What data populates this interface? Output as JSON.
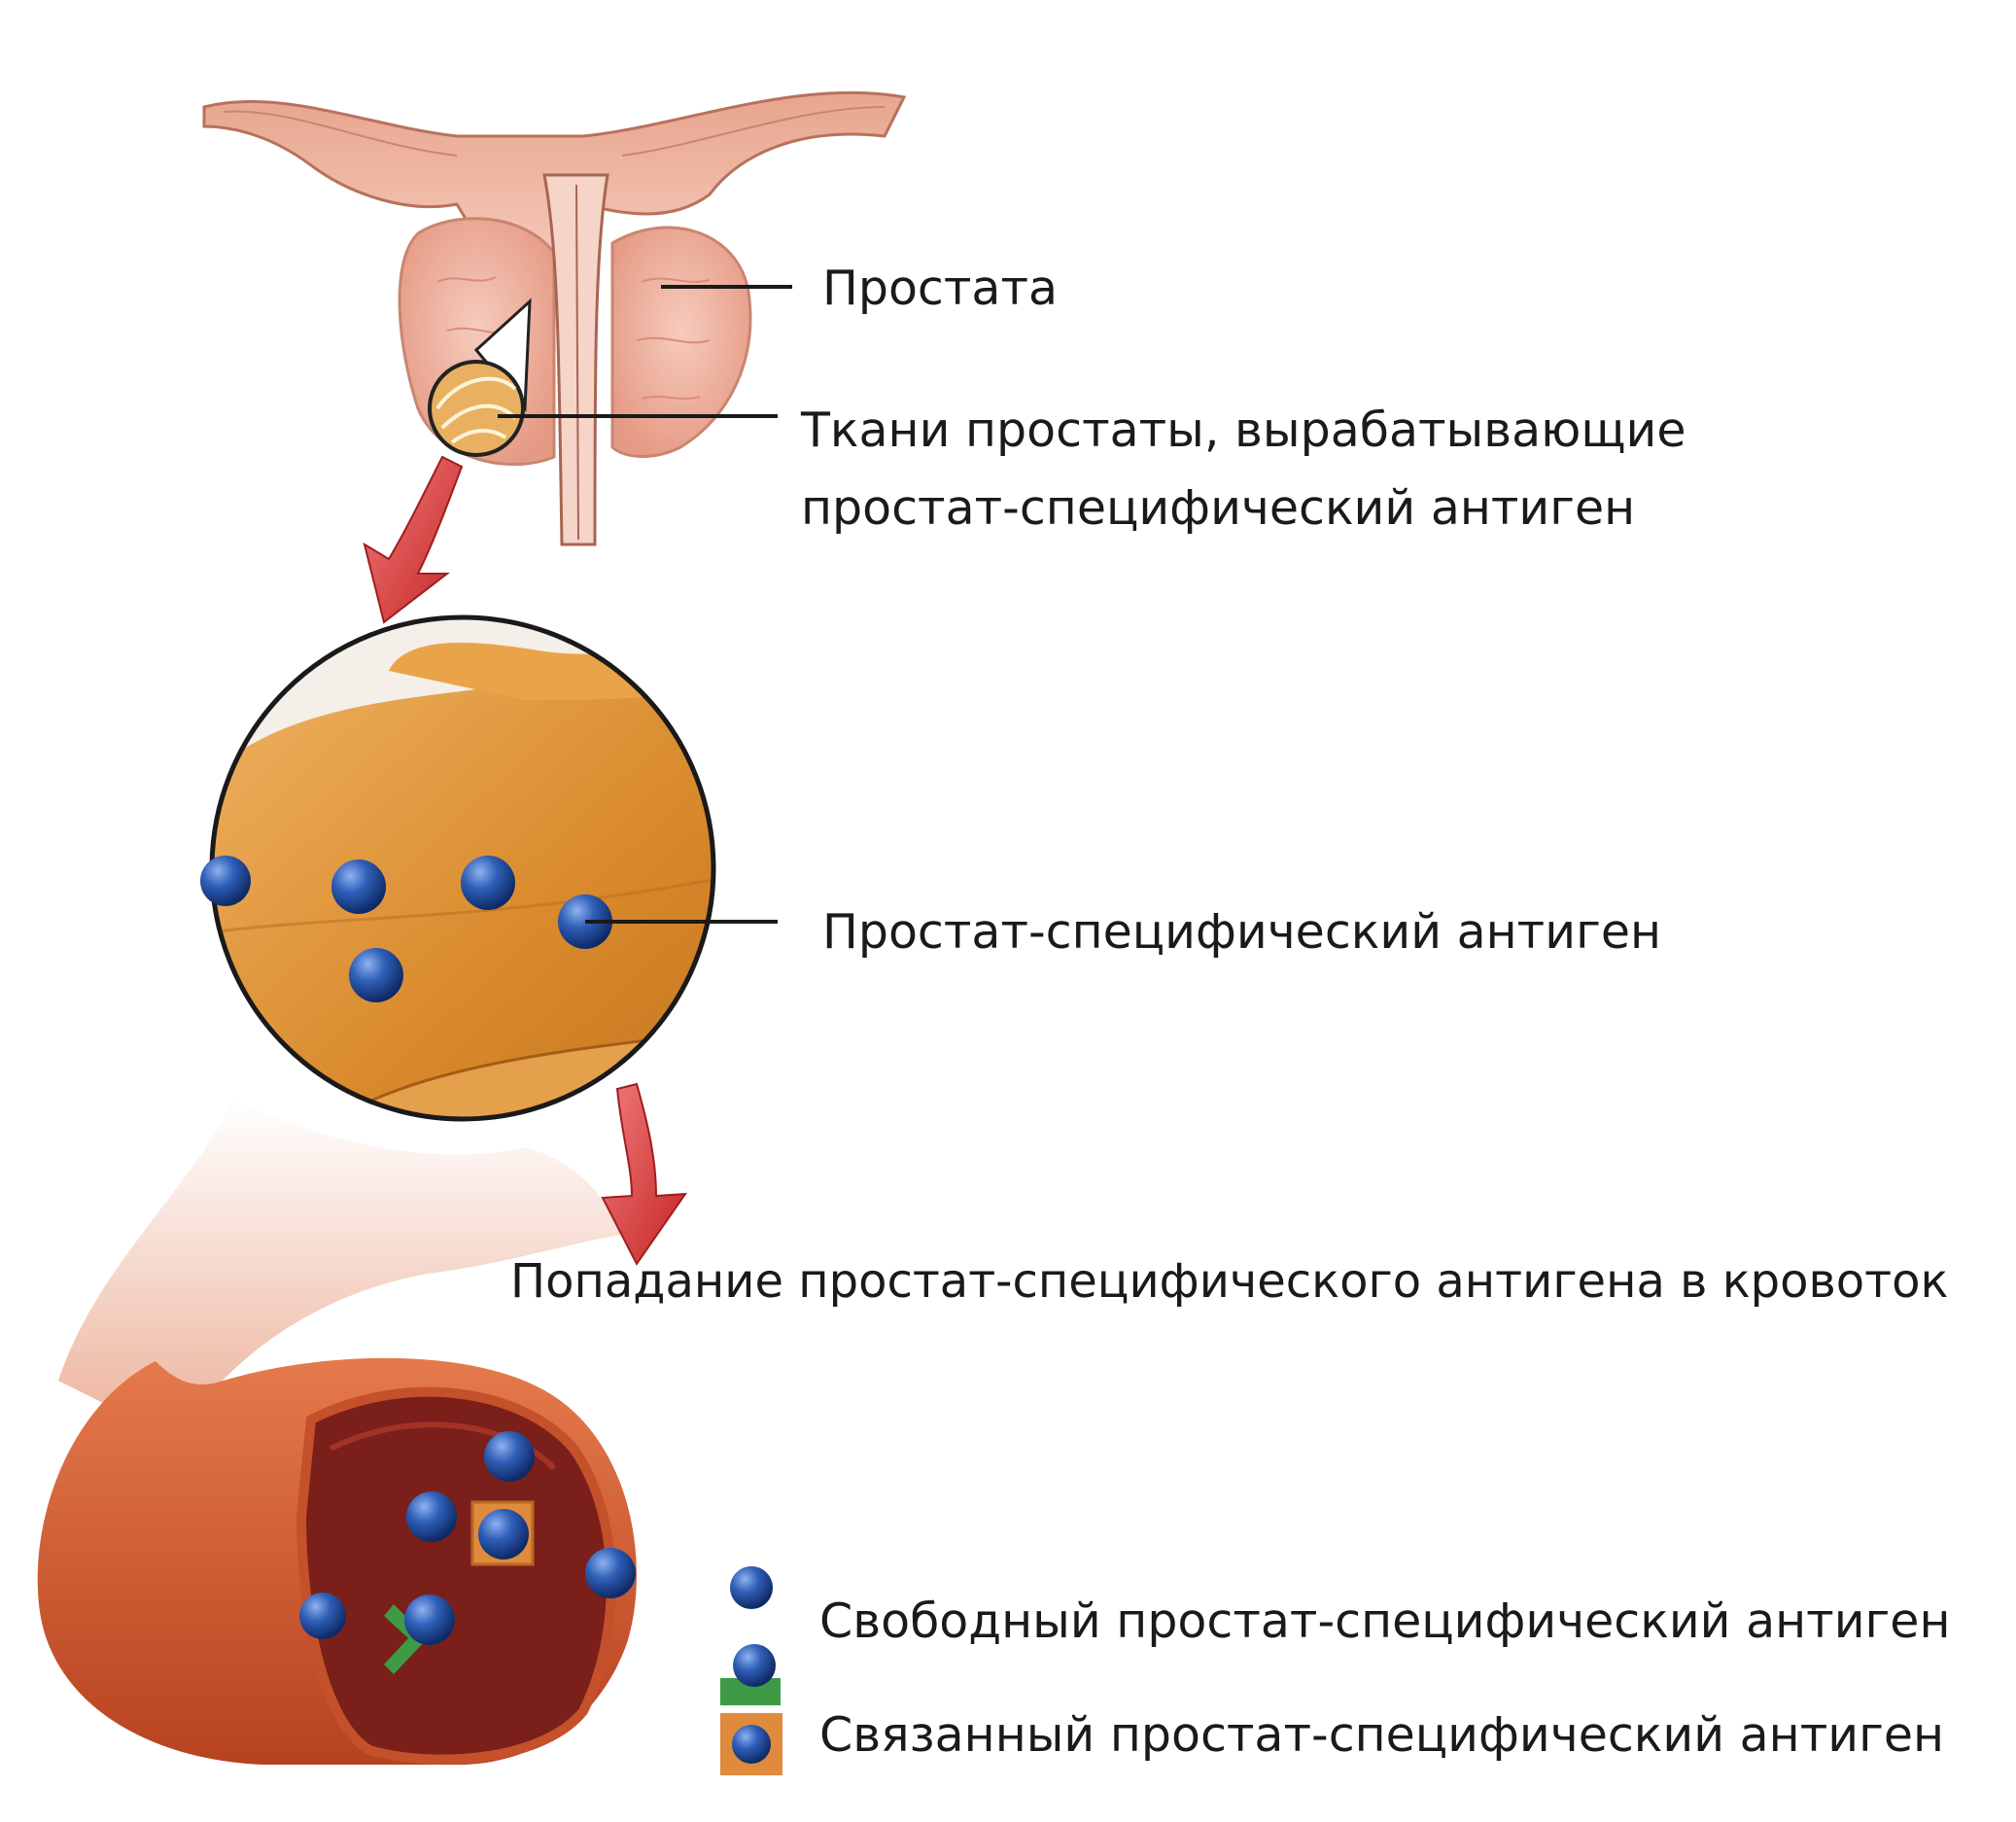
{
  "labels": {
    "prostate": "Простата",
    "tissue_line1": "Ткани простаты, вырабатывающие",
    "tissue_line2": "простат-специфический антиген",
    "psa": "Простат-специфический антиген",
    "bloodstream": "Попадание  простат-специфического антигена в кровоток"
  },
  "legend": {
    "free": "Свободный простат-специфический антиген",
    "bound": "Связанный простат-специфический антиген"
  },
  "colors": {
    "prostate_tissue": "#f2b9a8",
    "zoom_tissue": "#d9882a",
    "psa_molecule": "#2f5fb8",
    "vessel": "#d4552c",
    "arrow": "#d63a3a",
    "bound_green": "#3f9a46",
    "bound_orange": "#e08a3c"
  }
}
